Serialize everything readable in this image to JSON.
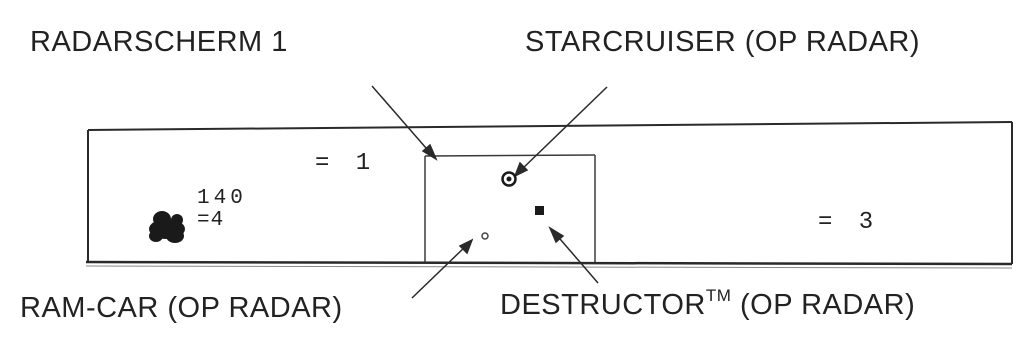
{
  "labels": {
    "radar_screen": "RADARSCHERM 1",
    "starcruiser": "STARCRUISER (OP RADAR)",
    "ram_car": "RAM-CAR (OP RADAR)",
    "destructor_name": "DESTRUCTOR",
    "destructor_tm": "TM",
    "destructor_suffix": " (OP RADAR)"
  },
  "screen": {
    "radar_value": "= 1",
    "score": "140",
    "lives": "=4",
    "level": "= 3"
  },
  "icons": {
    "player_ship": "player-ship-icon",
    "starcruiser": "starcruiser-icon",
    "ram_car": "ram-car-icon",
    "destructor": "destructor-icon"
  }
}
